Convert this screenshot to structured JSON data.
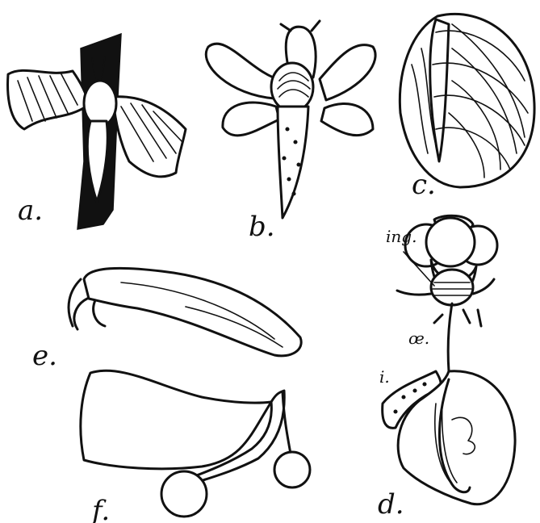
{
  "figures": {
    "a": {
      "label": "a."
    },
    "b": {
      "label": "b."
    },
    "c": {
      "label": "c."
    },
    "d": {
      "label": "d.",
      "annotations": {
        "ing": "ing.",
        "oe": "œ.",
        "i": "i."
      }
    },
    "e": {
      "label": "e."
    },
    "f": {
      "label": "f."
    }
  }
}
